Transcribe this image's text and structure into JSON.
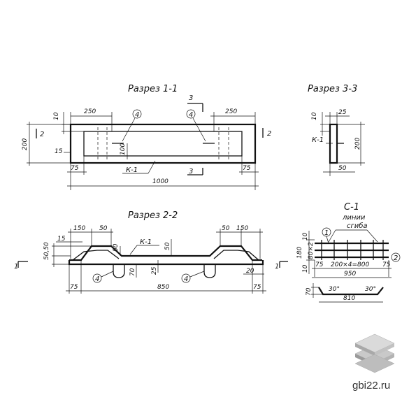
{
  "sections": {
    "s11": {
      "title": "Разрез 1-1",
      "dim_top_left": "250",
      "dim_top_right": "250",
      "dim_10": "10",
      "dim_15": "15",
      "dim_200": "200",
      "dim_100": "100",
      "dim_75_left": "75",
      "dim_75_right": "75",
      "dim_1000": "1000",
      "marker_left": "2",
      "marker_right": "2",
      "marker_top": "3",
      "marker_bottom": "3",
      "callout_left": "4",
      "callout_right": "4",
      "label_k1": "К-1"
    },
    "s33": {
      "title": "Разрез 3-3",
      "dim_10": "10",
      "dim_25": "25",
      "dim_200": "200",
      "dim_50": "50",
      "label_k1": "К-1"
    },
    "s22": {
      "title": "Разрез 2-2",
      "dim_150_left": "150",
      "dim_50_left": "50",
      "dim_15": "15",
      "dim_5050": "50,50",
      "dim_50_mid": "50",
      "dim_50_center": "50",
      "dim_70": "70",
      "dim_25": "25",
      "dim_20": "20",
      "dim_50_right": "50",
      "dim_150_right": "150",
      "dim_75_left": "75",
      "dim_850": "850",
      "dim_75_right": "75",
      "label_k1": "К-1",
      "marker_left": "1",
      "callout_left": "4",
      "callout_right": "4"
    },
    "c1": {
      "title": "С-1",
      "label_lines": "линии",
      "label_bend": "сгиба",
      "callout_1": "1",
      "callout_2": "2",
      "dim_10_top": "10",
      "dim_180": "180",
      "dim_80x2": "80×2",
      "dim_10_bottom": "10",
      "dim_75_left": "75",
      "dim_spacing": "200×4=800",
      "dim_75_right": "75",
      "dim_950": "950",
      "dim_70": "70",
      "dim_30_left": "30°",
      "dim_30_right": "30°",
      "dim_810": "810",
      "marker_1": "1"
    }
  },
  "watermark": "gbi22.ru"
}
